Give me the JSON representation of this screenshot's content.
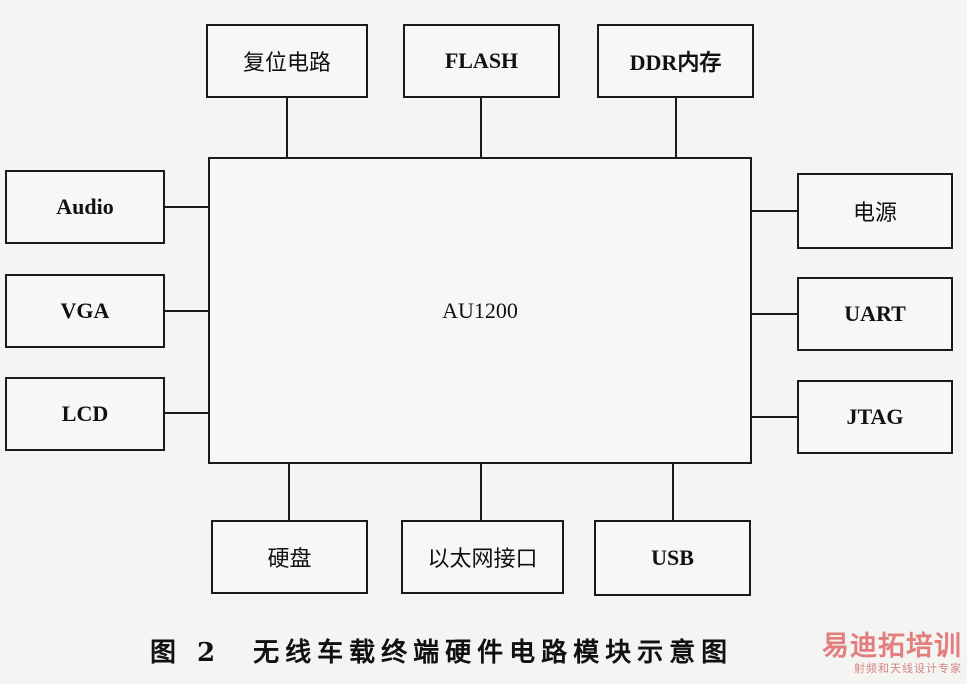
{
  "diagram": {
    "core": "AU1200",
    "top": [
      "复位电路",
      "FLASH",
      "DDR内存"
    ],
    "left": [
      "Audio",
      "VGA",
      "LCD"
    ],
    "right": [
      "电源",
      "UART",
      "JTAG"
    ],
    "bottom": [
      "硬盘",
      "以太网接口",
      "USB"
    ]
  },
  "caption": "图 2　无线车载终端硬件电路模块示意图",
  "watermark": {
    "main": "易迪拓培训",
    "sub": "射频和天线设计专家",
    "color": "#e06a6a"
  }
}
